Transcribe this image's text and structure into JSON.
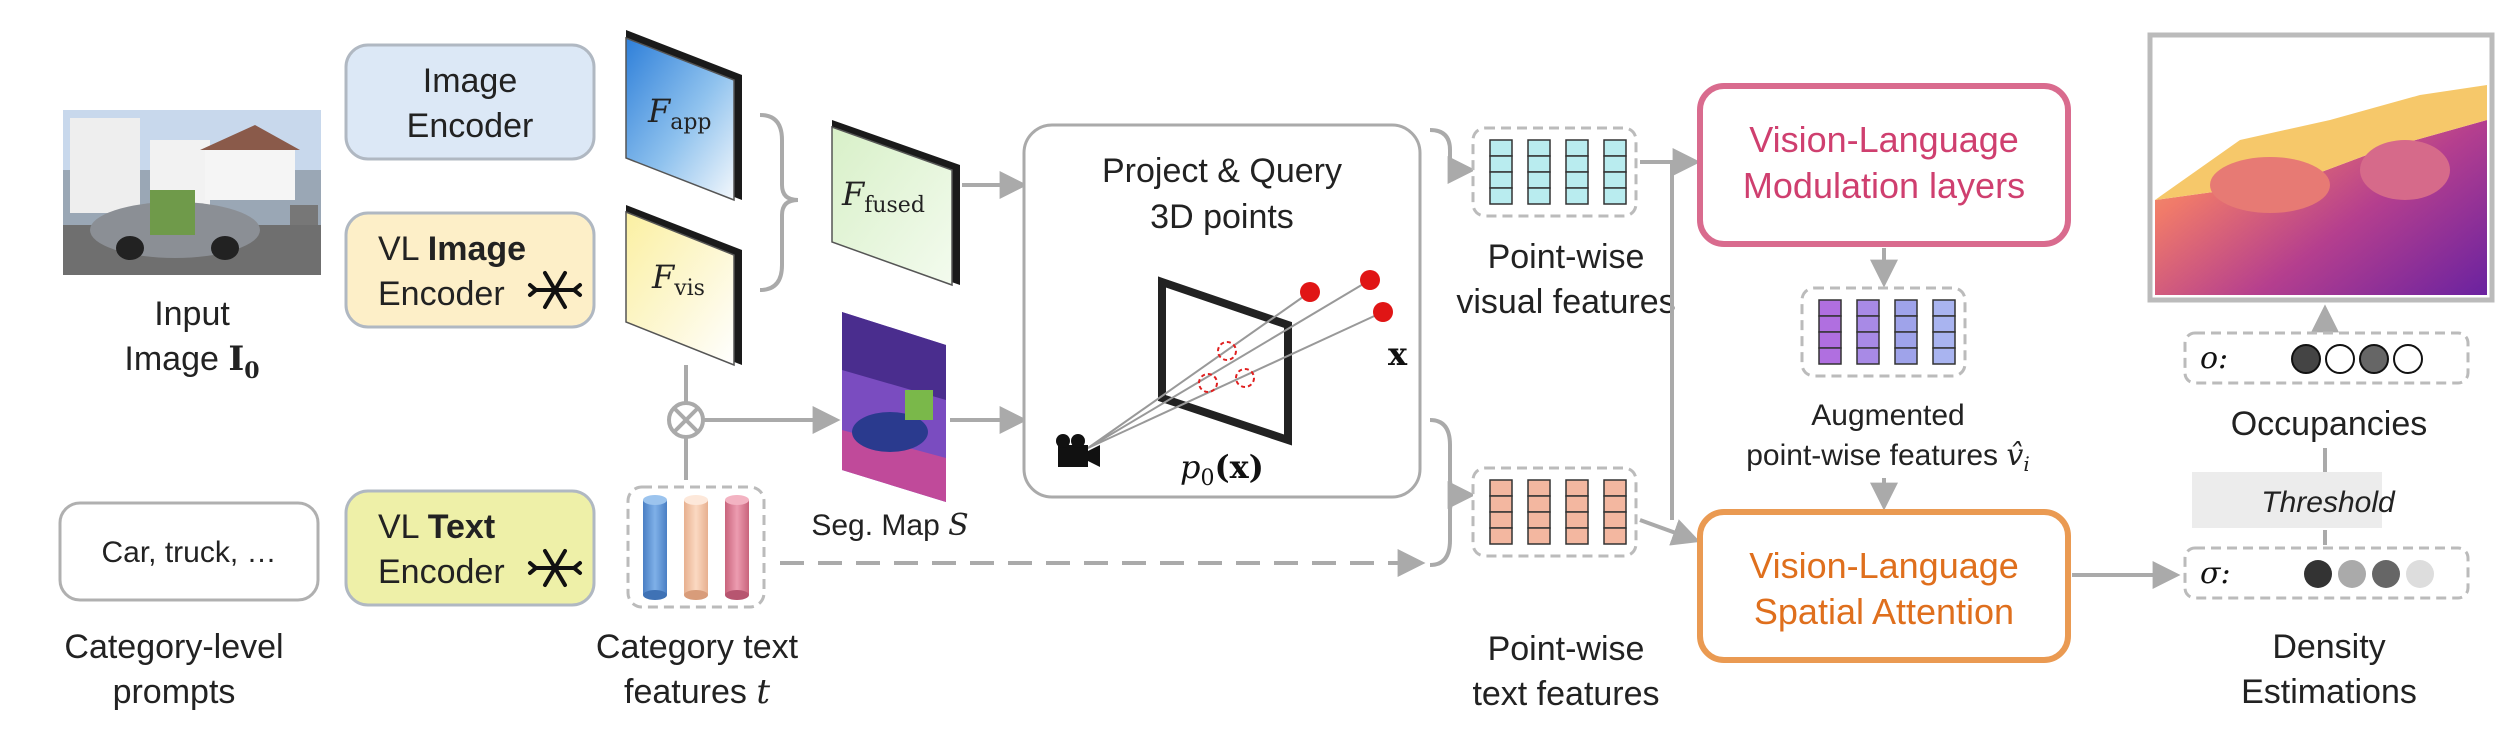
{
  "input_image": {
    "label_line1": "Input",
    "label_line2_prefix": "Image ",
    "symbol": "I",
    "subscript": "0"
  },
  "image_encoder": {
    "line1": "Image",
    "line2": "Encoder"
  },
  "vl_image_encoder": {
    "line1_prefix": "VL ",
    "line1_bold": "Image",
    "line2": "Encoder"
  },
  "vl_text_encoder": {
    "line1_prefix": "VL ",
    "line1_bold": "Text",
    "line2": "Encoder"
  },
  "prompt_box": {
    "text": "Car, truck,  …"
  },
  "prompts_label": {
    "line1": "Category-level",
    "line2": "prompts"
  },
  "feature_app": {
    "base": "F",
    "sub": "app"
  },
  "feature_vis": {
    "base": "F",
    "sub": "vis"
  },
  "feature_fused": {
    "base": "F",
    "sub": "fused"
  },
  "text_features_label": {
    "line1": "Category text",
    "line2_prefix": "features ",
    "symbol": "t"
  },
  "seg_map_label": {
    "prefix": "Seg. Map ",
    "symbol": "S"
  },
  "project_query": {
    "line1": "Project & Query",
    "line2": "3D points",
    "point_symbol": "x",
    "camera_label": "p",
    "camera_label_sub": "0",
    "camera_label_arg": "(x)"
  },
  "pointwise_visual": {
    "line1": "Point-wise",
    "line2": "visual features"
  },
  "pointwise_text": {
    "line1": "Point-wise",
    "line2": "text features"
  },
  "vl_modulation": {
    "line1": "Vision-Language",
    "line2": "Modulation layers"
  },
  "augmented": {
    "line1": "Augmented",
    "line2_prefix": "point-wise features ",
    "symbol": "v̂",
    "sub": "i"
  },
  "vl_spatial": {
    "line1": "Vision-Language",
    "line2": "Spatial Attention"
  },
  "threshold": {
    "text": "Threshold"
  },
  "occupancy_row": {
    "symbol": "o:"
  },
  "density_row": {
    "symbol": "σ:"
  },
  "occupancies_label": {
    "text": "Occupancies"
  },
  "density_label": {
    "line1": "Density",
    "line2": "Estimations"
  },
  "colors": {
    "image_encoder_fill": "#dce8f6",
    "vl_image_encoder_fill": "#fdefc8",
    "vl_text_encoder_fill": "#eef0a8",
    "fused_fill": "#e8f6de",
    "modulation_border": "#d96b8e",
    "modulation_text": "#cf3f6f",
    "spatial_border": "#ea9a52",
    "spatial_text": "#df6f1d",
    "arrow": "#aaaaaa",
    "visual_cells": "#b9ecef",
    "text_cells": "#f3b7a0",
    "augmented_cells": [
      "#b06fe0",
      "#a88ae6",
      "#9fa3ea",
      "#a9b4f0"
    ],
    "text_cylinders": [
      "#5a8fd1",
      "#f0c0a0",
      "#db7f95"
    ]
  }
}
